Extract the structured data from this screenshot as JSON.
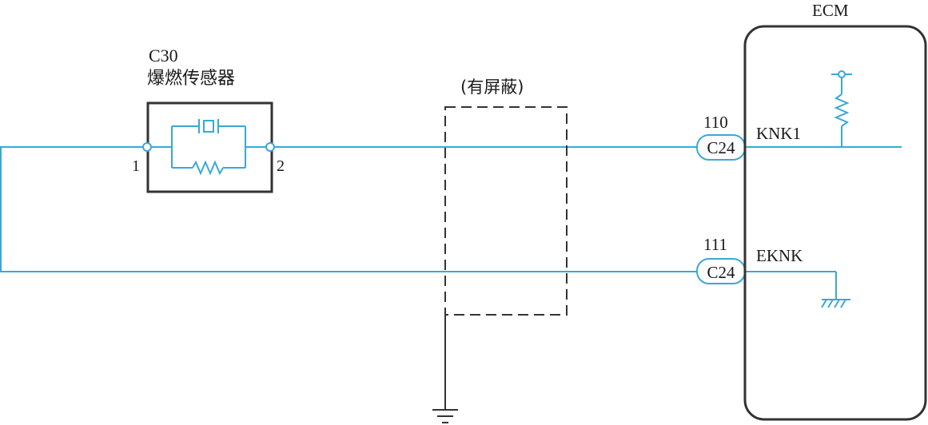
{
  "colors": {
    "wire": "#3aa8d6",
    "outline": "#333333",
    "text": "#1a1a1a",
    "background": "#ffffff"
  },
  "sensor": {
    "code": "C30",
    "name": "爆燃传感器",
    "pin_left": "1",
    "pin_right": "2"
  },
  "shield": {
    "label": "(有屏蔽)"
  },
  "ecm": {
    "title": "ECM"
  },
  "connectors": [
    {
      "pin": "110",
      "connector": "C24",
      "signal": "KNK1"
    },
    {
      "pin": "111",
      "connector": "C24",
      "signal": "EKNK"
    }
  ],
  "icons": {
    "sensor_symbol": "piezo-crystal-with-resistor-icon",
    "pullup": "pullup-resistor-icon",
    "ecm_ground": "chassis-ground-icon",
    "shield_ground": "ground-icon"
  }
}
